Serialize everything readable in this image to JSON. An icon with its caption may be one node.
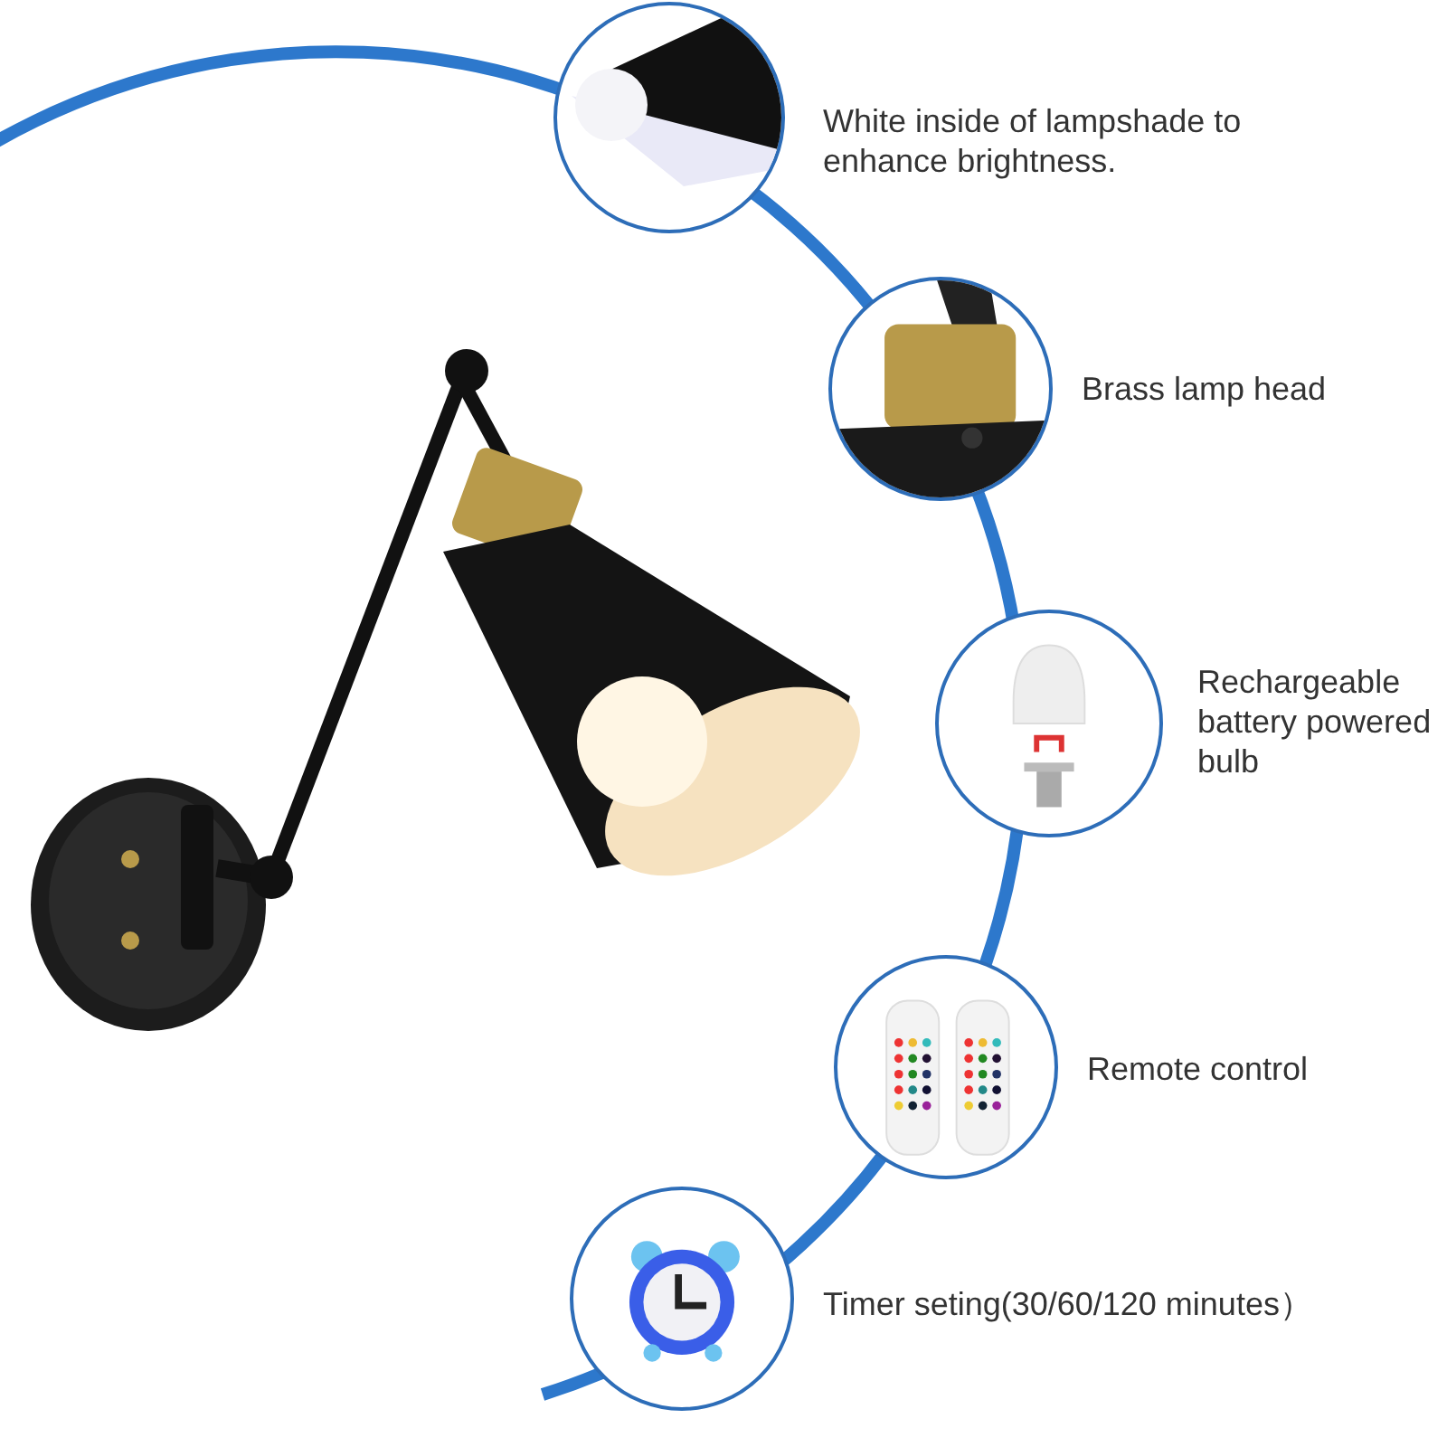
{
  "diagram": {
    "nodes": [
      {
        "text": [],
        "shape": "picture",
        "beside": [
          "White inside of lampshade to enhance brightness."
        ]
      },
      {
        "text": [],
        "shape": "picture",
        "beside": [
          "Brass lamp head"
        ]
      },
      {
        "text": [],
        "shape": "picture",
        "beside": [
          "Rechargeable battery powered bulb"
        ]
      },
      {
        "text": [],
        "shape": "picture",
        "beside": [
          "Remote control"
        ]
      },
      {
        "text": [],
        "shape": "picture",
        "beside": [
          "Timer seting(30/60/120 minutes）"
        ]
      }
    ]
  }
}
